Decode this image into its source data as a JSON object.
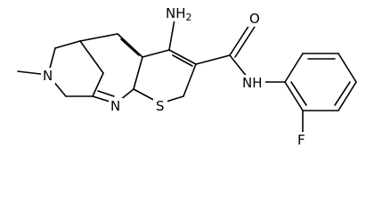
{
  "molecule": {
    "labels": {
      "amine": "NH",
      "amine_sub": "2",
      "carbonyl_o": "O",
      "amide_nh": "NH",
      "fluorine": "F",
      "sulfur": "S",
      "pyridine_n": "N",
      "ring_n": "N"
    },
    "colors": {
      "bond": "#000000",
      "text": "#000000",
      "background": "#ffffff"
    }
  }
}
